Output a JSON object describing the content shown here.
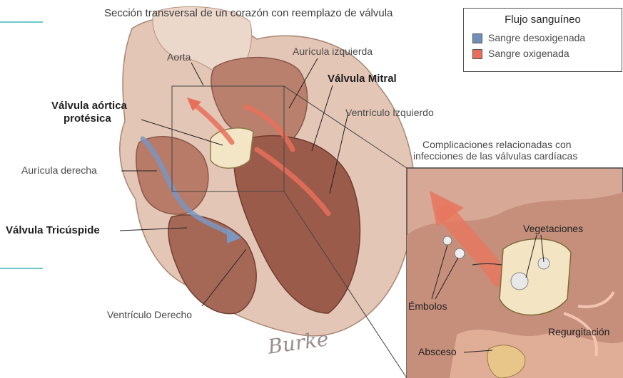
{
  "title": "Sección transversal de un corazón con reemplazo de válvula",
  "legend": {
    "title": "Flujo sanguíneo",
    "items": [
      {
        "label": "Sangre desoxigenada",
        "color": "#6f8fb8"
      },
      {
        "label": "Sangre oxigenada",
        "color": "#e8705a"
      }
    ]
  },
  "labels": {
    "aorta": "Aorta",
    "auricula_izquierda": "Aurícula izquierda",
    "valvula_mitral": "Válvula Mitral",
    "ventriculo_izquierdo": "Ventrículo Izquierdo",
    "valvula_aortica_line1": "Válvula aórtica",
    "valvula_aortica_line2": "protésica",
    "auricula_derecha": "Aurícula derecha",
    "valvula_tricuspide": "Válvula Tricúspide",
    "ventriculo_derecho": "Ventrículo Derecho"
  },
  "inset": {
    "title_line1": "Complicaciones relacionadas con",
    "title_line2": "infecciones de las válvulas cardíacas",
    "vegetaciones": "Vegetaciones",
    "embolos": "Émbolos",
    "regurgitacion": "Regurgitación",
    "absceso": "Absceso"
  },
  "signature": "Burke"
}
